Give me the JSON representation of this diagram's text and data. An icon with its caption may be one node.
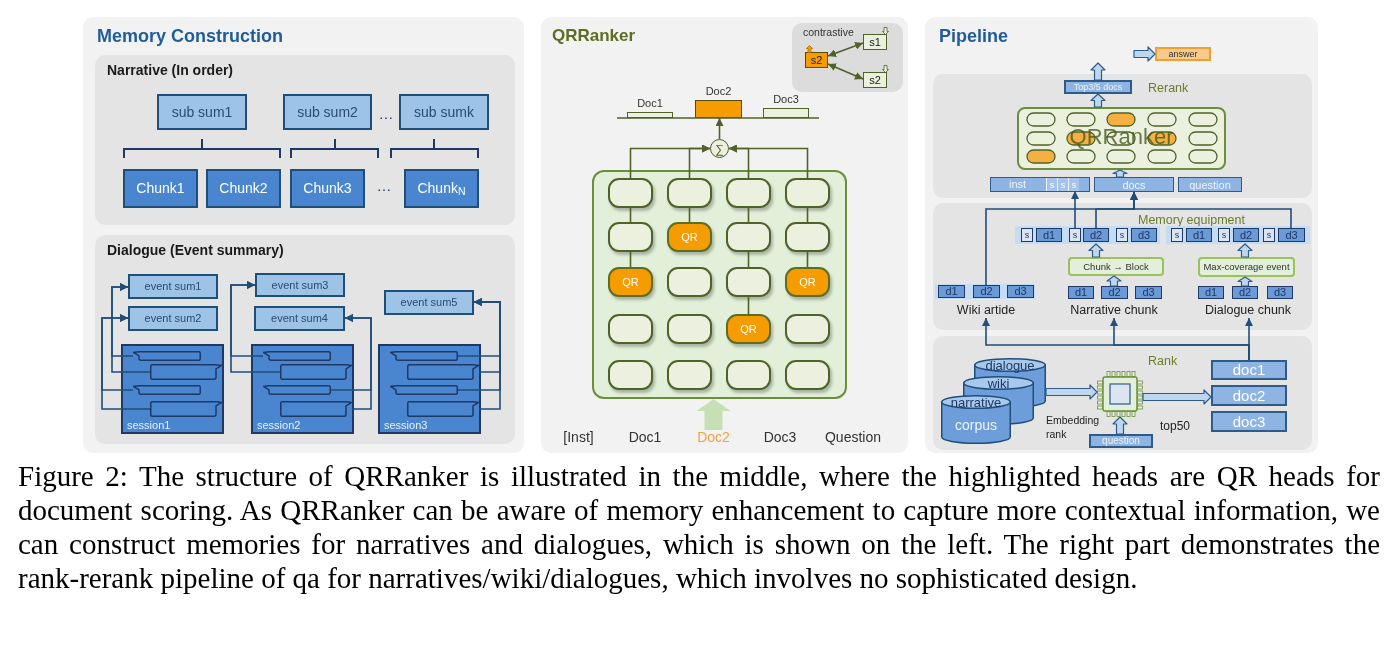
{
  "diagram": {
    "caption": "Figure 2: The structure of QRRanker is illustrated in the middle, where the highlighted heads are QR heads for document scoring. As QRRanker can be aware of memory enhancement to capture more contextual information, we can construct memories for narratives and dialogues, which is shown on the left. The right part demonstrates the rank-rerank pipeline of qa for narratives/wiki/dialogues, which involves no sophisticated design.",
    "nodes": [
      {
        "text": [
          "Memory Construction"
        ]
      },
      {
        "text": [
          "Narrative (In order)"
        ],
        "in": 0
      },
      {
        "text": [
          "sub sum1"
        ],
        "in": 1
      },
      {
        "text": [
          "sub sum2"
        ],
        "in": 1
      },
      {
        "text": [
          "sub sumk"
        ],
        "in": 1
      },
      {
        "text": [
          "Chunk1"
        ],
        "in": 1
      },
      {
        "text": [
          "Chunk2"
        ],
        "in": 1
      },
      {
        "text": [
          "Chunk3"
        ],
        "in": 1
      },
      {
        "text": [
          "Chunk$_{N}$"
        ],
        "in": 1
      },
      {
        "text": [
          "Dialogue (Event summary)"
        ],
        "in": 0
      },
      {
        "text": [
          "event sum1"
        ],
        "in": 9
      },
      {
        "text": [
          "event sum2"
        ],
        "in": 9
      },
      {
        "text": [
          "event sum3"
        ],
        "in": 9
      },
      {
        "text": [
          "event sum4"
        ],
        "in": 9
      },
      {
        "text": [
          "event sum5"
        ],
        "in": 9
      },
      {
        "text": [
          "session1"
        ],
        "in": 9
      },
      {
        "text": [],
        "shape": "bubble",
        "in": 15
      },
      {
        "text": [],
        "shape": "bubble",
        "in": 15
      },
      {
        "text": [],
        "shape": "bubble",
        "in": 15
      },
      {
        "text": [],
        "shape": "bubble",
        "in": 15
      },
      {
        "text": [
          "session2"
        ],
        "in": 9
      },
      {
        "text": [],
        "shape": "bubble",
        "in": 20
      },
      {
        "text": [],
        "shape": "bubble",
        "in": 20
      },
      {
        "text": [],
        "shape": "bubble",
        "in": 20
      },
      {
        "text": [],
        "shape": "bubble",
        "in": 20
      },
      {
        "text": [
          "session3"
        ],
        "in": 9
      },
      {
        "text": [],
        "shape": "bubble",
        "in": 25
      },
      {
        "text": [],
        "shape": "bubble",
        "in": 25
      },
      {
        "text": [],
        "shape": "bubble",
        "in": 25
      },
      {
        "text": [],
        "shape": "bubble",
        "in": 25
      },
      {
        "text": [
          "QRRanker"
        ]
      },
      {
        "text": [
          "contrastive"
        ],
        "in": 30
      },
      {
        "text": [
          "s2"
        ],
        "in": 31
      },
      {
        "text": [
          "s1"
        ],
        "in": 31
      },
      {
        "text": [
          "s2"
        ],
        "in": 31
      },
      {
        "text": [
          "Doc1"
        ],
        "in": 30
      },
      {
        "text": [
          "Doc2"
        ],
        "in": 30
      },
      {
        "text": [
          "Doc3"
        ],
        "in": 30
      },
      {
        "text": [
          "∑"
        ],
        "in": 30
      },
      {
        "text": [],
        "shape": "box",
        "in": 30
      },
      {
        "text": [],
        "shape": "box",
        "in": 39
      },
      {
        "text": [],
        "shape": "box",
        "in": 39
      },
      {
        "text": [],
        "shape": "box",
        "in": 39
      },
      {
        "text": [],
        "shape": "box",
        "in": 39
      },
      {
        "text": [],
        "shape": "box",
        "in": 39
      },
      {
        "text": [
          "QR"
        ],
        "in": 39
      },
      {
        "text": [],
        "shape": "box",
        "in": 39
      },
      {
        "text": [],
        "shape": "box",
        "in": 39
      },
      {
        "text": [
          "QR"
        ],
        "in": 39
      },
      {
        "text": [],
        "shape": "box",
        "in": 39
      },
      {
        "text": [],
        "shape": "box",
        "in": 39
      },
      {
        "text": [
          "QR"
        ],
        "in": 39
      },
      {
        "text": [],
        "shape": "box",
        "in": 39
      },
      {
        "text": [],
        "shape": "box",
        "in": 39
      },
      {
        "text": [
          "QR"
        ],
        "in": 39
      },
      {
        "text": [],
        "shape": "box",
        "in": 39
      },
      {
        "text": [],
        "shape": "box",
        "in": 39
      },
      {
        "text": [],
        "shape": "box",
        "in": 39
      },
      {
        "text": [],
        "shape": "box",
        "in": 39
      },
      {
        "text": [],
        "shape": "box",
        "in": 39
      },
      {
        "text": [
          "Doc2"
        ],
        "in": 30
      },
      {
        "text": [
          "Pipeline"
        ]
      },
      {
        "text": [
          "answer"
        ],
        "in": 61
      },
      {
        "text": [
          "Rerank"
        ],
        "in": 61
      },
      {
        "text": [
          "Top3/5 docs"
        ],
        "in": 63
      },
      {
        "text": [
          "QRRanker"
        ],
        "in": 63
      },
      {
        "text": [
          "inst"
        ],
        "in": 63
      },
      {
        "text": [
          "s"
        ],
        "in": 66
      },
      {
        "text": [
          "s"
        ],
        "in": 66
      },
      {
        "text": [
          "s"
        ],
        "in": 66
      },
      {
        "text": [
          "docs"
        ],
        "in": 63
      },
      {
        "text": [
          "question"
        ],
        "in": 63
      },
      {
        "text": [
          "Memory equipment"
        ],
        "in": 61
      },
      {
        "text": [],
        "shape": "bar",
        "in": 72
      },
      {
        "text": [
          "s"
        ],
        "in": 73
      },
      {
        "text": [
          "d1"
        ],
        "in": 73
      },
      {
        "text": [
          "s"
        ],
        "in": 73
      },
      {
        "text": [
          "d2"
        ],
        "in": 73
      },
      {
        "text": [
          "s"
        ],
        "in": 73
      },
      {
        "text": [
          "d3"
        ],
        "in": 73
      },
      {
        "text": [],
        "shape": "bar",
        "in": 72
      },
      {
        "text": [
          "s"
        ],
        "in": 80
      },
      {
        "text": [
          "d1"
        ],
        "in": 80
      },
      {
        "text": [
          "s"
        ],
        "in": 80
      },
      {
        "text": [
          "d2"
        ],
        "in": 80
      },
      {
        "text": [
          "s"
        ],
        "in": 80
      },
      {
        "text": [
          "d3"
        ],
        "in": 80
      },
      {
        "text": [
          "Chunk → Block"
        ],
        "in": 72
      },
      {
        "text": [
          "Max-coverage event"
        ],
        "in": 72
      },
      {
        "text": [],
        "shape": "bar",
        "in": 72
      },
      {
        "text": [
          "d1"
        ],
        "in": 89
      },
      {
        "text": [
          "d2"
        ],
        "in": 89
      },
      {
        "text": [
          "d3"
        ],
        "in": 89
      },
      {
        "text": [
          "d1"
        ],
        "in": 72
      },
      {
        "text": [
          "d2"
        ],
        "in": 72
      },
      {
        "text": [
          "d3"
        ],
        "in": 72
      },
      {
        "text": [
          "d1"
        ],
        "in": 72
      },
      {
        "text": [
          "d2"
        ],
        "in": 72
      },
      {
        "text": [
          "d3"
        ],
        "in": 72
      },
      {
        "text": [
          "Wiki artide"
        ],
        "in": 72
      },
      {
        "text": [
          "Narrative chunk"
        ],
        "in": 72
      },
      {
        "text": [
          "Dialogue chunk"
        ],
        "in": 72
      },
      {
        "text": [
          "Rank"
        ],
        "in": 61
      },
      {
        "text": [
          "dialogue"
        ],
        "in": 102
      },
      {
        "text": [
          "wiki"
        ],
        "in": 102
      },
      {
        "text": [
          "narrative",
          "corpus"
        ],
        "in": 102
      },
      {
        "text": [],
        "shape": "chip",
        "in": 102
      },
      {
        "text": [
          "question"
        ],
        "in": 102
      },
      {
        "text": [
          "doc1"
        ],
        "in": 102
      },
      {
        "text": [
          "doc2"
        ],
        "in": 102
      },
      {
        "text": [
          "doc3"
        ],
        "in": 102
      }
    ],
    "edges": [
      {
        "from": 16,
        "to": 10,
        "arrow": "to"
      },
      {
        "from": 17,
        "to": 10,
        "arrow": "to"
      },
      {
        "from": 18,
        "to": 11,
        "arrow": "to"
      },
      {
        "from": 19,
        "to": 11,
        "arrow": "to"
      },
      {
        "from": 21,
        "to": 12,
        "arrow": "to"
      },
      {
        "from": 22,
        "to": 12,
        "arrow": "to"
      },
      {
        "from": 23,
        "to": 13,
        "arrow": "to"
      },
      {
        "from": 24,
        "to": 13,
        "arrow": "to"
      },
      {
        "from": 26,
        "to": 14,
        "arrow": "to"
      },
      {
        "from": 27,
        "to": 14,
        "arrow": "to"
      },
      {
        "from": 28,
        "to": 14,
        "arrow": "to"
      },
      {
        "from": 29,
        "to": 14,
        "arrow": "to"
      },
      {
        "from": 40,
        "to": 44,
        "arrow": "none",
        "color": "#4f6228"
      },
      {
        "from": 44,
        "to": 48,
        "arrow": "none",
        "color": "#4f6228"
      },
      {
        "from": 41,
        "to": 45,
        "arrow": "none",
        "color": "#4f6228"
      },
      {
        "from": 42,
        "to": 46,
        "arrow": "none",
        "color": "#4f6228"
      },
      {
        "from": 46,
        "to": 50,
        "arrow": "none",
        "color": "#4f6228"
      },
      {
        "from": 50,
        "to": 54,
        "arrow": "none",
        "color": "#4f6228"
      },
      {
        "from": 43,
        "to": 47,
        "arrow": "none",
        "color": "#4f6228"
      },
      {
        "from": 47,
        "to": 51,
        "arrow": "none",
        "color": "#4f6228"
      },
      {
        "from": 40,
        "to": 38,
        "arrow": "to",
        "color": "#4f6228"
      },
      {
        "from": 41,
        "to": 38,
        "arrow": "to",
        "color": "#4f6228"
      },
      {
        "from": 42,
        "to": 38,
        "arrow": "to",
        "color": "#4f6228"
      },
      {
        "from": 43,
        "to": 38,
        "arrow": "to",
        "color": "#4f6228"
      },
      {
        "from": 38,
        "to": 36,
        "arrow": "to",
        "color": "#4f6228"
      },
      {
        "from": 32,
        "to": 33,
        "arrow": "both",
        "color": "#4f6228"
      },
      {
        "from": 32,
        "to": 34,
        "arrow": "both",
        "color": "#4f6228"
      },
      {
        "from": 60,
        "to": 39,
        "arrow": "to",
        "style": "thick",
        "color": "#c5e0b4"
      },
      {
        "from": 64,
        "to": null,
        "arrow": "to",
        "style": "thick"
      },
      {
        "from": null,
        "to": 62,
        "arrow": "to",
        "style": "thick"
      },
      {
        "from": 65,
        "to": 64,
        "arrow": "to",
        "style": "thick"
      },
      {
        "from": 70,
        "to": 65,
        "arrow": "to",
        "style": "thick"
      },
      {
        "from": 76,
        "to": 69,
        "arrow": "to"
      },
      {
        "from": 91,
        "to": 70,
        "arrow": "to"
      },
      {
        "from": 77,
        "to": 70,
        "arrow": "to"
      },
      {
        "from": 86,
        "to": 70,
        "arrow": "to"
      },
      {
        "from": 87,
        "to": 73,
        "arrow": "to",
        "style": "thick"
      },
      {
        "from": 88,
        "to": 80,
        "arrow": "to",
        "style": "thick"
      },
      {
        "from": 94,
        "to": 87,
        "arrow": "to",
        "style": "thick"
      },
      {
        "from": 97,
        "to": 88,
        "arrow": "to",
        "style": "thick"
      },
      {
        "from": 108,
        "to": 99,
        "arrow": "to"
      },
      {
        "from": 108,
        "to": 100,
        "arrow": "to"
      },
      {
        "from": 108,
        "to": 101,
        "arrow": "to"
      },
      {
        "from": 103,
        "to": 106,
        "arrow": "to",
        "style": "thick",
        "label": "Embedding rank"
      },
      {
        "from": 107,
        "to": 106,
        "arrow": "to",
        "style": "thick"
      },
      {
        "from": 106,
        "to": 109,
        "arrow": "to",
        "style": "thick",
        "label": "top50"
      }
    ],
    "labels": [
      "…",
      "…",
      "[Inst]",
      "Doc1",
      "Doc3",
      "Question"
    ]
  }
}
